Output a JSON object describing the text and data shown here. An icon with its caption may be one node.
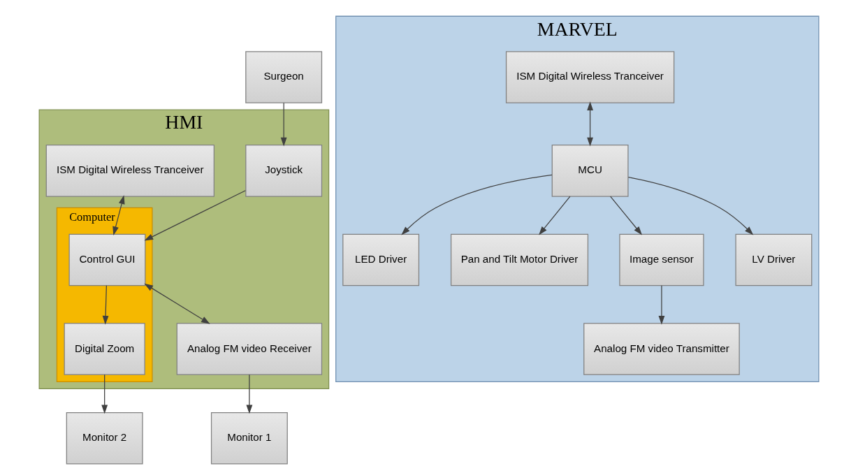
{
  "diagram": {
    "nodes": [
      {
        "text": [
          "HMI"
        ]
      },
      {
        "text": [
          "Surgeon"
        ]
      },
      {
        "text": [
          "Joystick"
        ],
        "in": 0
      },
      {
        "text": [
          "Computer"
        ],
        "in": 0
      },
      {
        "text": [
          "Digital Zoom"
        ],
        "in": 3
      },
      {
        "text": [
          "Control GUI"
        ],
        "in": 3
      },
      {
        "text": [
          "ISM Digital Wireless Tranceiver"
        ],
        "in": 0
      },
      {
        "text": [
          "Monitor 2"
        ]
      },
      {
        "text": [
          "Monitor 1"
        ]
      },
      {
        "text": [
          "Analog FM video Receiver"
        ],
        "in": 0
      },
      {
        "text": [
          "MARVEL"
        ]
      },
      {
        "text": [
          "ISM Digital Wireless Tranceiver"
        ],
        "in": 10
      },
      {
        "text": [
          "LED Driver"
        ],
        "in": 10
      },
      {
        "text": [
          "MCU"
        ],
        "in": 10
      },
      {
        "text": [
          "Pan and Tilt Motor Driver"
        ],
        "in": 10
      },
      {
        "text": [
          "Analog FM video Transmitter"
        ],
        "in": 10
      },
      {
        "text": [
          "Image sensor"
        ],
        "in": 10
      },
      {
        "text": [
          "LV Driver"
        ],
        "in": 10
      }
    ],
    "edges": [
      {
        "from": 1,
        "to": 2,
        "arrow": "to"
      },
      {
        "from": 2,
        "to": 5,
        "arrow": "to"
      },
      {
        "from": 5,
        "to": 4,
        "arrow": "to"
      },
      {
        "from": 4,
        "to": 7,
        "arrow": "to"
      },
      {
        "from": 6,
        "to": 5,
        "arrow": "both"
      },
      {
        "from": 5,
        "to": 9,
        "arrow": "both"
      },
      {
        "from": 9,
        "to": 8,
        "arrow": "to"
      },
      {
        "from": 11,
        "to": 13,
        "arrow": "both"
      },
      {
        "from": 13,
        "to": 12,
        "arrow": "to"
      },
      {
        "from": 13,
        "to": 14,
        "arrow": "to"
      },
      {
        "from": 13,
        "to": 16,
        "arrow": "to"
      },
      {
        "from": 13,
        "to": 17,
        "arrow": "to"
      },
      {
        "from": 16,
        "to": 15,
        "arrow": "to"
      }
    ]
  }
}
